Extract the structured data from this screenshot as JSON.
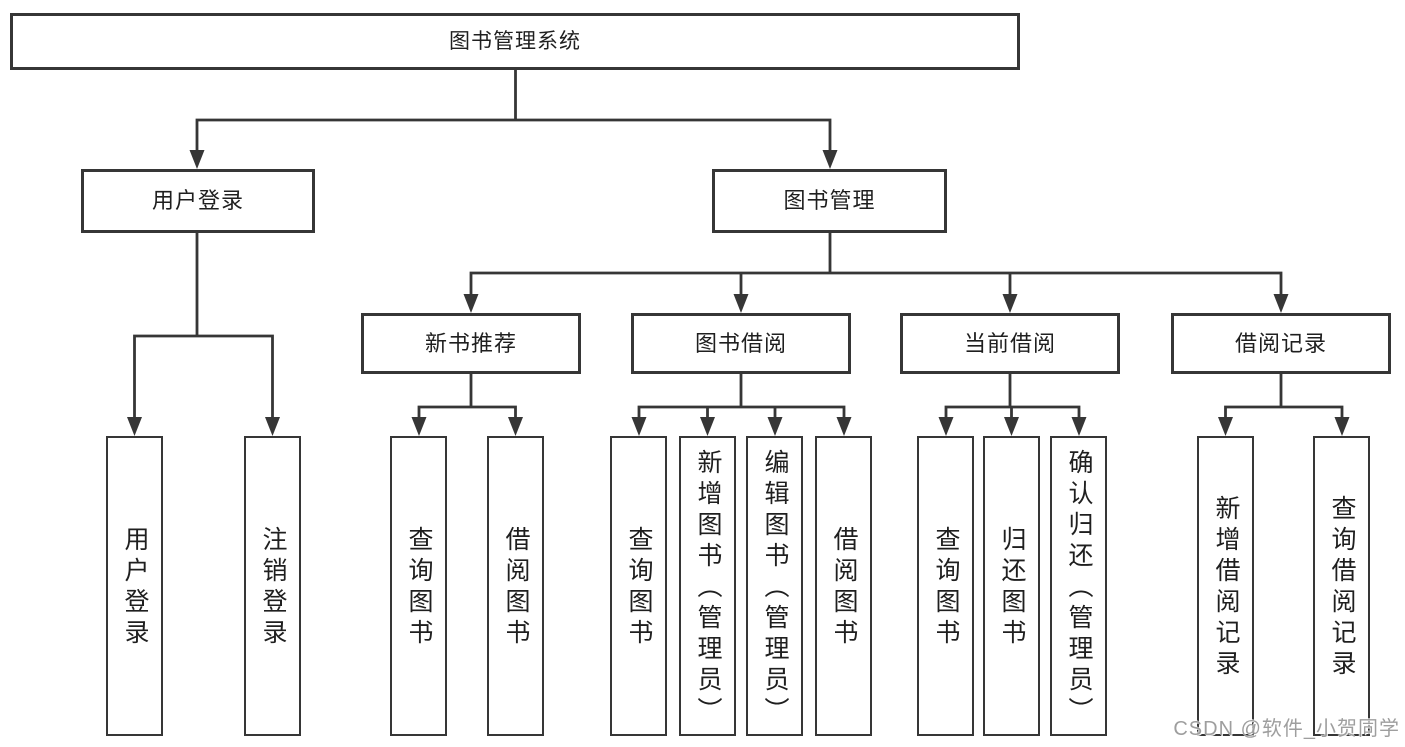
{
  "colors": {
    "background": "#ffffff",
    "line": "#363636",
    "box_border": "#363636",
    "text": "#1f1f1f",
    "watermark": "#9e9e9e"
  },
  "nodes": {
    "root": "图书管理系统",
    "user_login": "用户登录",
    "book_mgmt": "图书管理",
    "new_book": "新书推荐",
    "book_borrow": "图书借阅",
    "current_borrow": "当前借阅",
    "borrow_record": "借阅记录",
    "ul_login": "用户登录",
    "ul_logout": "注销登录",
    "nb_query": "查询图书",
    "nb_borrow": "借阅图书",
    "bb_query": "查询图书",
    "bb_add": "新增图书（管理员）",
    "bb_edit": "编辑图书（管理员）",
    "bb_borrow": "借阅图书",
    "cb_query": "查询图书",
    "cb_return": "归还图书",
    "cb_confirm": "确认归还（管理员）",
    "br_add": "新增借阅记录",
    "br_query": "查询借阅记录"
  },
  "hierarchy": {
    "图书管理系统": {
      "用户登录": [
        "用户登录",
        "注销登录"
      ],
      "图书管理": {
        "新书推荐": [
          "查询图书",
          "借阅图书"
        ],
        "图书借阅": [
          "查询图书",
          "新增图书（管理员）",
          "编辑图书（管理员）",
          "借阅图书"
        ],
        "当前借阅": [
          "查询图书",
          "归还图书",
          "确认归还（管理员）"
        ],
        "借阅记录": [
          "新增借阅记录",
          "查询借阅记录"
        ]
      }
    }
  },
  "watermark": {
    "text": "CSDN @软件_小贺同学"
  }
}
